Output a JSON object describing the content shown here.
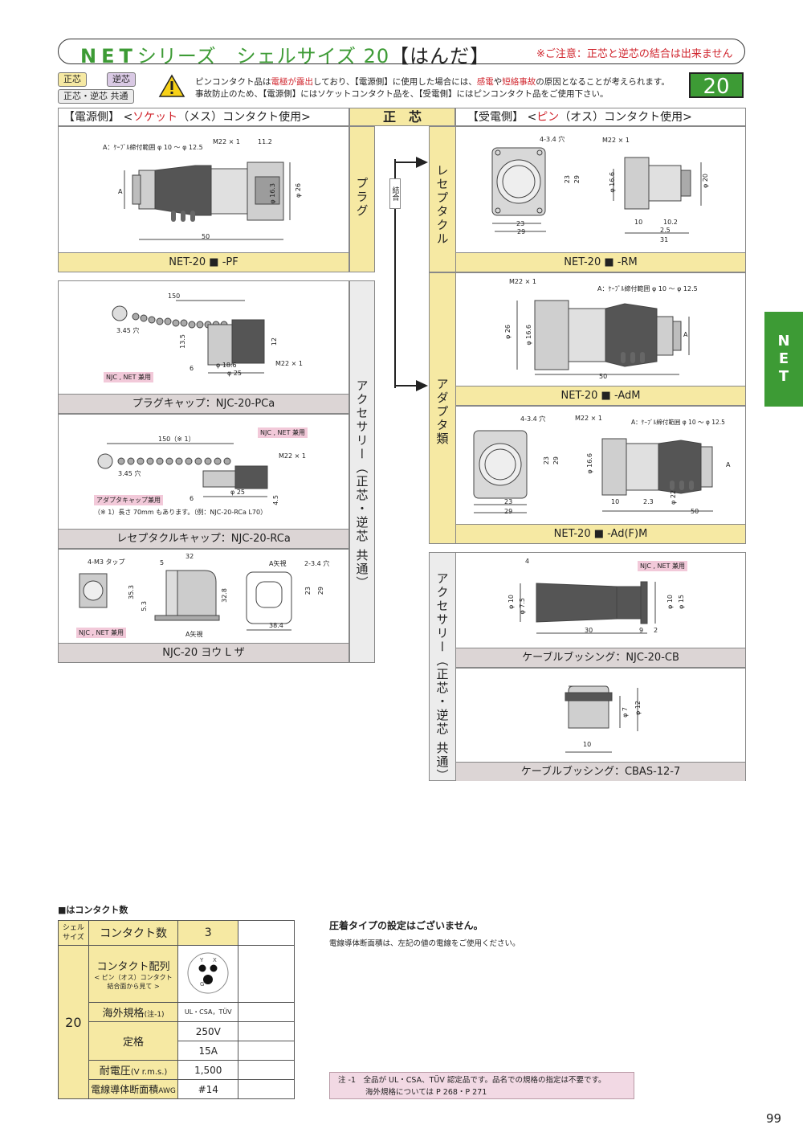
{
  "header": {
    "series_label": "NET",
    "title_rest": "シリーズ　シェルサイズ 20",
    "title_bracket": "【はんだ】",
    "note": "※ご注意：正芯と逆芯の結合は出来ません",
    "tag_seishin": "正芯",
    "tag_gyakushin": "逆芯",
    "tag_common": "正芯・逆芯 共通",
    "warning_line1_a": "ピンコンタクト品は",
    "warning_line1_b": "電極が露出",
    "warning_line1_c": "しており、【電源側】に使用した場合には、",
    "warning_line1_d": "感電",
    "warning_line1_e": "や",
    "warning_line1_f": "短絡事故",
    "warning_line1_g": "の原因となることが考えられます。",
    "warning_line2": "事故防止のため、【電源側】にはソケットコンタクト品を、【受電側】にはピンコンタクト品をご使用下さい。",
    "shell_size_box": "20",
    "side_tab": [
      "N",
      "E",
      "T"
    ]
  },
  "columns": {
    "left_a": "【電源側】 <",
    "left_b": "ソケット",
    "left_c": "（メス）コンタクト使用>",
    "center": "正　芯",
    "right_a": "【受電側】 <",
    "right_b": "ピン",
    "right_c": "（オス）コンタクト使用>"
  },
  "labels": {
    "plug": "プラグ",
    "couple": "結合",
    "receptacle": "レセプタクル",
    "adapter": "アダプタ類",
    "accessory_left": "アクセサリー（正芯・逆芯 共通）",
    "accessory_right": "アクセサリー（正芯・逆芯 共通）"
  },
  "captions": {
    "pf": "NET-20 ■ -PF",
    "rm": "NET-20 ■ -RM",
    "adm": "NET-20 ■ -AdM",
    "adfm": "NET-20 ■ -Ad(F)M",
    "pca": "プラグキャップ：NJC-20-PCa",
    "rca": "レセプタクルキャップ：NJC-20-RCa",
    "yoza": "NJC-20 ヨウ L ザ",
    "cb": "ケーブルブッシング：NJC-20-CB",
    "cbas": "ケーブルブッシング：CBAS-12-7"
  },
  "drawings": {
    "pf": {
      "cable": "A：ｹｰﾌﾞﾙ締付範囲 φ 10 ～ φ 12.5",
      "thread": "M22 × 1",
      "d1": "11.2",
      "d2": "φ 16.3",
      "d3": "φ 26",
      "len": "50",
      "a": "A"
    },
    "rm": {
      "hole": "4-3.4 穴",
      "thread": "M22 × 1",
      "w1": "23",
      "w2": "29",
      "h1": "23",
      "h2": "29",
      "d1": "φ 16.6",
      "d2": "φ 20",
      "l1": "10",
      "l2": "10.2",
      "l3": "2.5",
      "l4": "31"
    },
    "adm": {
      "thread": "M22 × 1",
      "cable": "A：ｹｰﾌﾞﾙ締付範囲 φ 10 ～ φ 12.5",
      "d1": "φ 26",
      "d2": "φ 16.6",
      "len": "50",
      "a": "A"
    },
    "adfm": {
      "hole": "4-3.4 穴",
      "thread": "M22 × 1",
      "cable": "A：ｹｰﾌﾞﾙ締付範囲 φ 10 ～ φ 12.5",
      "w1": "23",
      "w2": "29",
      "h1": "23",
      "h2": "29",
      "d1": "φ 16.6",
      "d2": "φ 22",
      "l1": "10",
      "l2": "2.3",
      "l3": "50",
      "a": "A"
    },
    "pca": {
      "len": "150",
      "hole": "3.45 穴",
      "h1": "13.5",
      "h2": "6",
      "d1": "φ 18.6",
      "d2": "φ 25",
      "h3": "12",
      "thread": "M22 × 1",
      "note": "NJC , NET 兼用"
    },
    "rca": {
      "len": "150（※ 1）",
      "hole": "3.45 穴",
      "thread": "M22 × 1",
      "d1": "φ 25",
      "h1": "6",
      "h2": "4.5",
      "note1": "NJC , NET 兼用",
      "note2": "アダプタキャップ兼用",
      "footnote": "（※ 1）長さ 70mm もあります。（例：NJC-20-RCa L70）"
    },
    "yoza": {
      "tap": "4-M3 タップ",
      "d1": "5",
      "d2": "32",
      "h1": "35.3",
      "h2": "5.3",
      "h3": "32.8",
      "view": "A矢視",
      "view2": "A矢視",
      "hole": "2-3.4 穴",
      "w1": "23",
      "w2": "29",
      "w3": "38.4",
      "note": "NJC , NET 兼用"
    },
    "cb": {
      "d0": "4",
      "note": "NJC , NET 兼用",
      "d1": "φ 10",
      "d2": "φ 7.5",
      "d3": "φ 10",
      "d4": "φ 15",
      "l1": "30",
      "l2": "9",
      "l3": "2"
    },
    "cbas": {
      "d1": "φ 7",
      "d2": "φ 12",
      "l1": "10"
    }
  },
  "spec": {
    "legend": "■はコンタクト数",
    "shell_label": "シェル\nサイズ",
    "shell_value": "20",
    "contact_count_label": "コンタクト数",
    "contact_count_value": "3",
    "arrangement_label": "コンタクト配列",
    "arrangement_sub1": "< ピン（オス）コンタクト",
    "arrangement_sub2": "結合面から見て >",
    "arr_pins": [
      "Y",
      "X",
      "G"
    ],
    "overseas_label": "海外規格",
    "overseas_note": "(注-1)",
    "overseas_value": "UL・CSA，TÜV",
    "rating_label": "定格",
    "rating_voltage": "250V",
    "rating_current": "15A",
    "withstand_label": "耐電圧",
    "withstand_unit": "(V r.m.s.)",
    "withstand_value": "1,500",
    "awg_label": "電線導体断面積",
    "awg_unit": "AWG",
    "awg_value": "#14"
  },
  "notes": {
    "crimp_title": "圧着タイプの設定はございません。",
    "crimp_body": "電線導体断面積は、左記の値の電線をご使用ください。",
    "note1_label": "注 -1",
    "note1_line1": "全品が UL・CSA、TÜV 認定品です。品名での規格の指定は不要です。",
    "note1_line2": "海外規格については P 268・P 271"
  },
  "page_number": "99"
}
